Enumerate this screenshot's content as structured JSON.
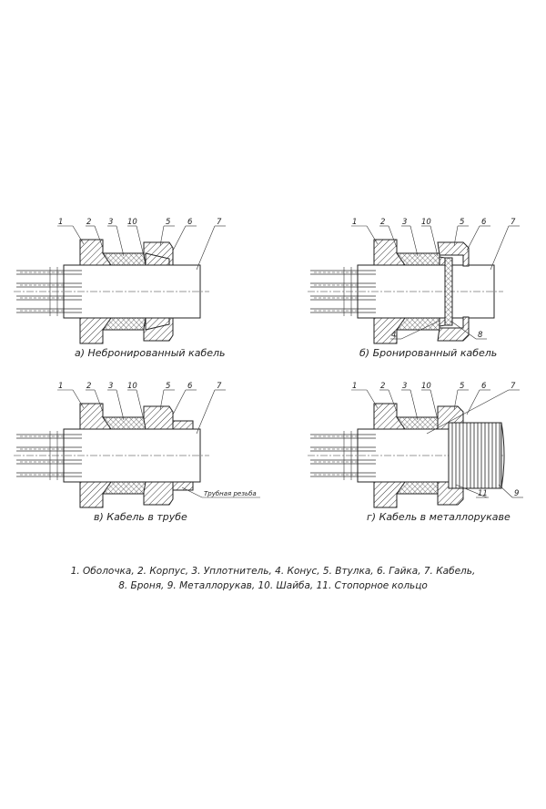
{
  "panels": [
    {
      "id": "a",
      "caption": "а) Небронированный кабель",
      "callouts": [
        "1",
        "2",
        "3",
        "10",
        "5",
        "6",
        "7"
      ]
    },
    {
      "id": "b",
      "caption": "б) Бронированный кабель",
      "callouts": [
        "1",
        "2",
        "3",
        "10",
        "5",
        "6",
        "7",
        "4",
        "8"
      ]
    },
    {
      "id": "v",
      "caption": "в) Кабель в трубе",
      "callouts": [
        "1",
        "2",
        "3",
        "10",
        "5",
        "6",
        "7"
      ],
      "note": "Трубная резьба"
    },
    {
      "id": "g",
      "caption": "г) Кабель в металлорукаве",
      "callouts": [
        "1",
        "2",
        "3",
        "10",
        "5",
        "6",
        "7",
        "11",
        "9"
      ]
    }
  ],
  "legend": [
    "1. Оболочка, 2. Корпус, 3. Уплотнитель, 4. Конус, 5. Втулка, 6. Гайка, 7. Кабель,",
    "8. Броня, 9. Металлорукав, 10. Шайба, 11. Стопорное кольцо"
  ],
  "colors": {
    "line": "#222222",
    "background": "#ffffff"
  }
}
